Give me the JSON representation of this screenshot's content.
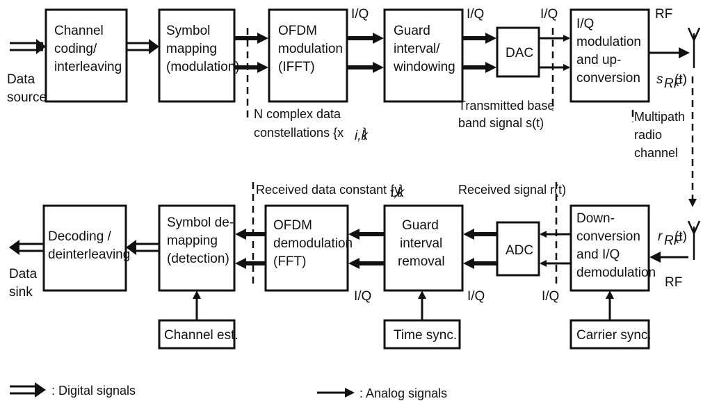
{
  "blocks": {
    "channel_coding": [
      "Channel",
      "coding/",
      "interleaving"
    ],
    "symbol_mapping": [
      "Symbol",
      "mapping",
      "(modulation)"
    ],
    "ofdm_mod": [
      "OFDM",
      "modulation",
      "(IFFT)"
    ],
    "guard_interval": [
      "Guard",
      "interval/",
      "windowing"
    ],
    "dac": [
      "DAC"
    ],
    "iq_mod": [
      "I/Q",
      "modulation",
      "and up-",
      "conversion"
    ],
    "decoding": [
      "Decoding /",
      "deinterleaving"
    ],
    "symbol_demap": [
      "Symbol de-",
      "mapping",
      "(detection)"
    ],
    "ofdm_demod": [
      "OFDM",
      "demodulation",
      "(FFT)"
    ],
    "guard_removal": [
      "Guard",
      "interval",
      "removal"
    ],
    "adc": [
      "ADC"
    ],
    "downconv": [
      "Down-",
      "conversion",
      "and I/Q",
      "demodulation"
    ],
    "channel_est": [
      "Channel est."
    ],
    "time_sync": [
      "Time sync."
    ],
    "carrier_sync": [
      "Carrier sync."
    ]
  },
  "labels": {
    "data_source": [
      "Data",
      "source"
    ],
    "data_sink": [
      "Data",
      "sink"
    ],
    "iq": "I/Q",
    "rf": "RF",
    "s_rf": "s",
    "s_rf_sub": "RF",
    "s_rf_arg": "(t)",
    "r_rf": "r",
    "r_rf_sub": "RF",
    "r_rf_arg": "(t)",
    "n_complex": [
      "N complex data",
      "constellations {x"
    ],
    "x_sub": "i,k",
    "tx_baseband": [
      "Transmitted base",
      "band signal s(t)"
    ],
    "multipath": [
      "Multipath",
      "radio",
      "channel"
    ],
    "rx_data_const": "Received data constant {y",
    "y_sub": "i,k",
    "rx_signal": "Received signal r(t)"
  },
  "legend": {
    "digital": ": Digital signals",
    "analog": ": Analog signals"
  }
}
